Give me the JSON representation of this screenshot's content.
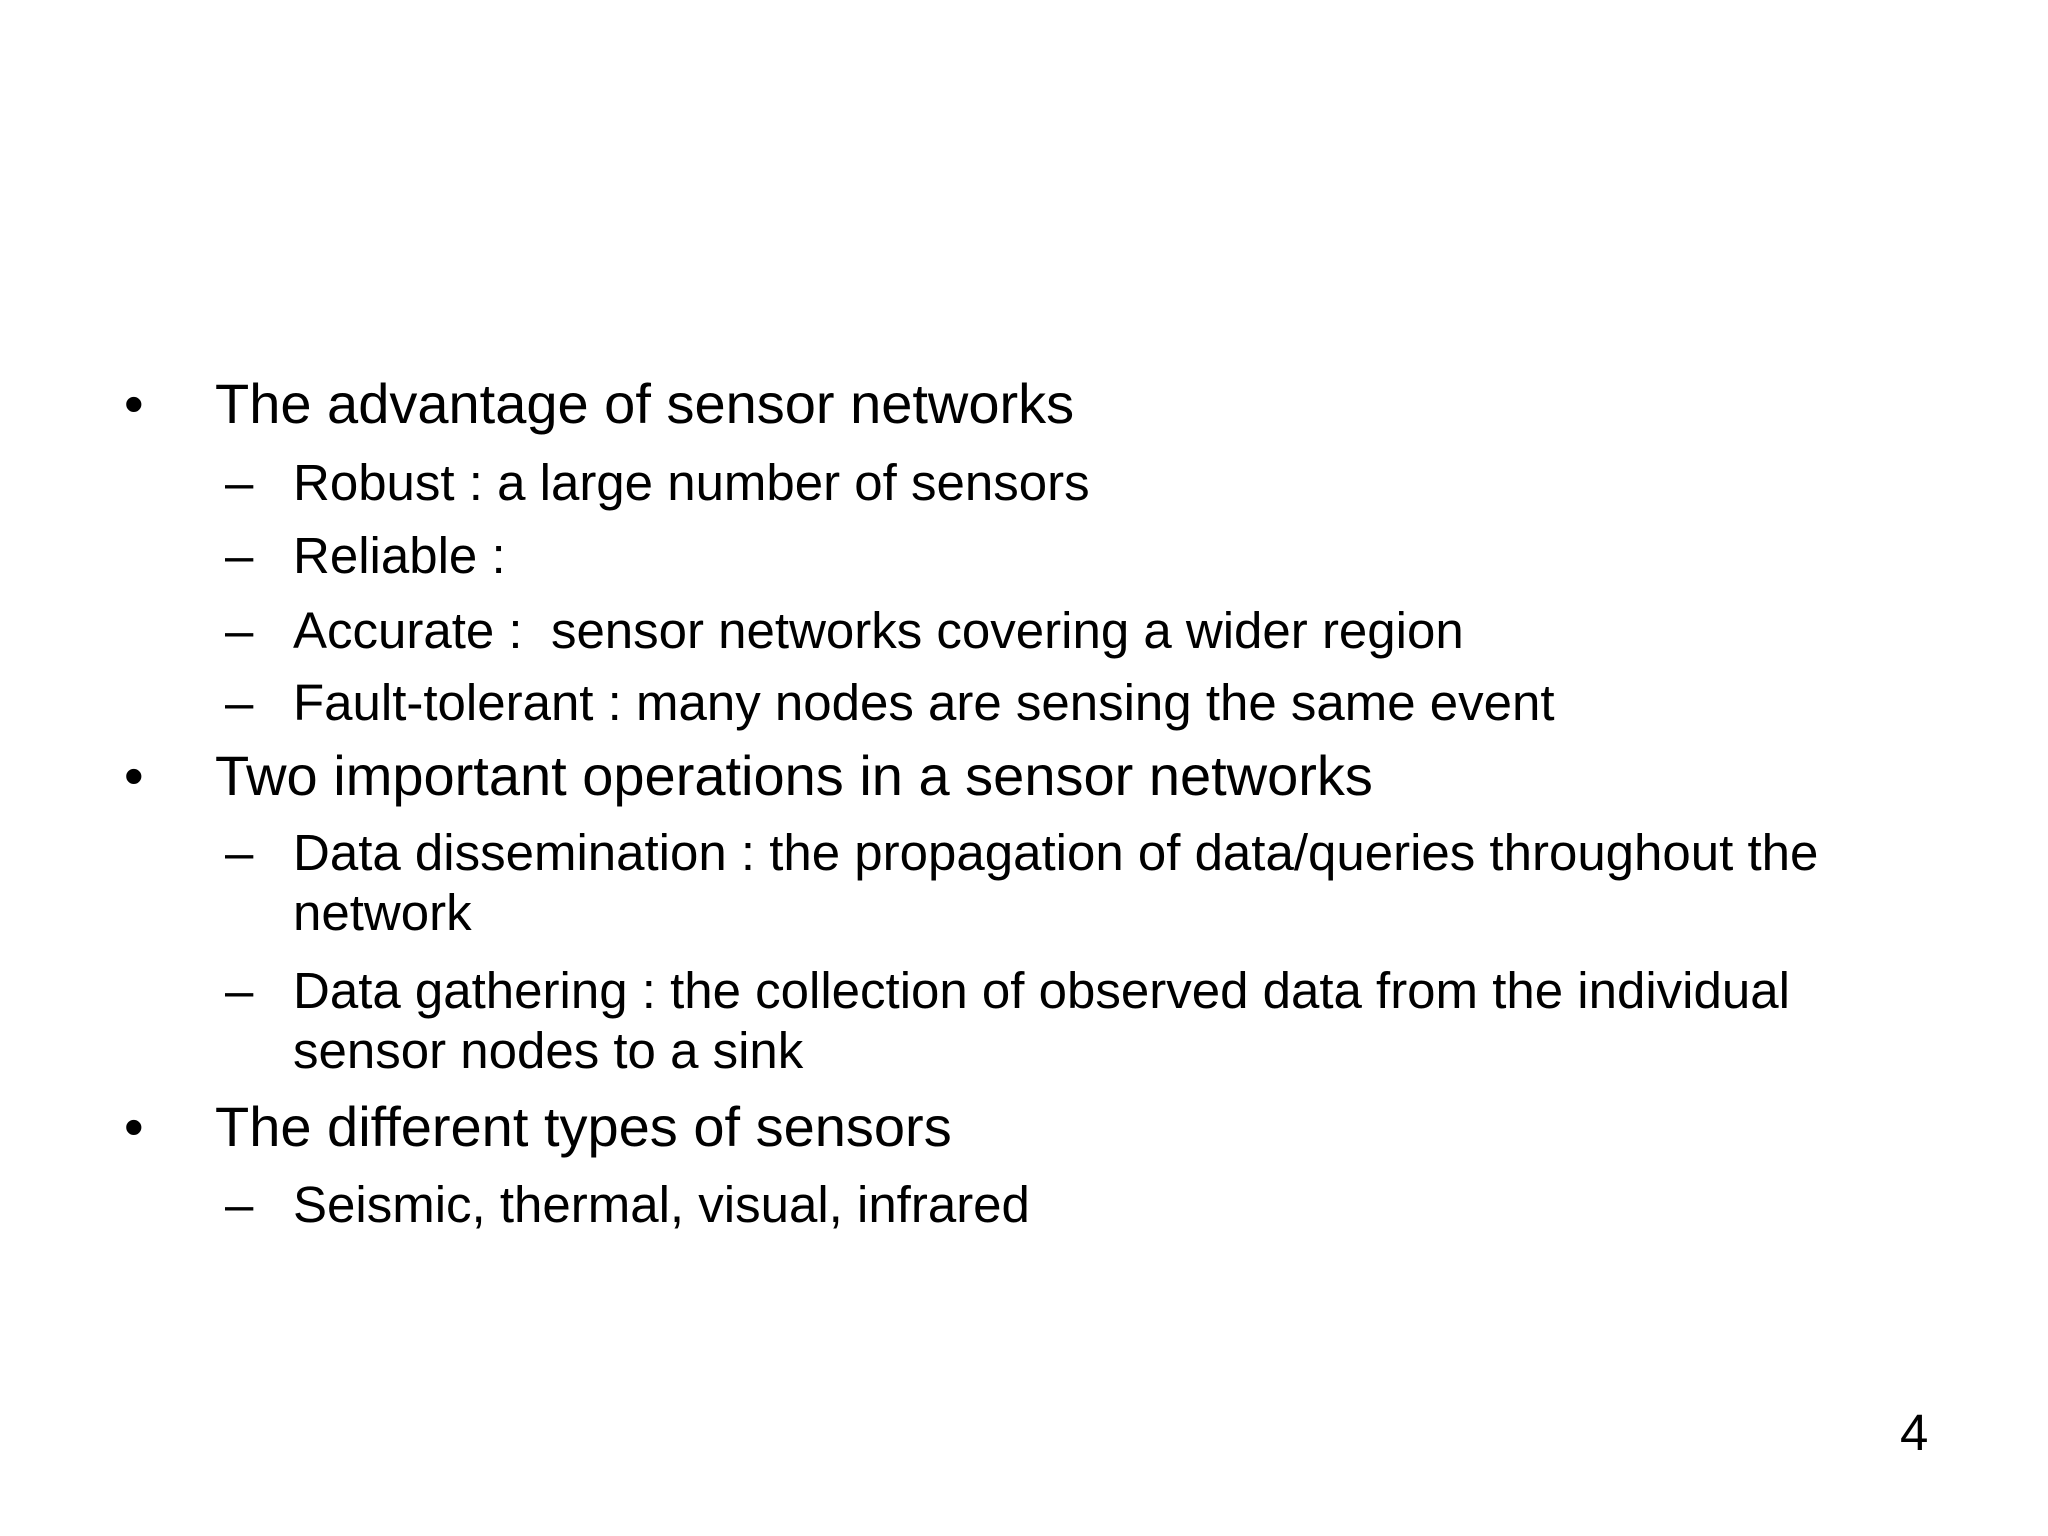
{
  "slide": {
    "background_color": "#ffffff",
    "text_color": "#000000",
    "page_number": "4",
    "lines": [
      {
        "level": 1,
        "marker": "•",
        "text": "The advantage of sensor networks"
      },
      {
        "level": 2,
        "marker": "–",
        "text": "Robust : a large number of sensors"
      },
      {
        "level": 2,
        "marker": "–",
        "text": "Reliable :"
      },
      {
        "level": 2,
        "marker": "–",
        "text": "Accurate :  sensor networks covering a wider region"
      },
      {
        "level": 2,
        "marker": "–",
        "text": "Fault-tolerant : many nodes are sensing the same event"
      },
      {
        "level": 1,
        "marker": "•",
        "text": "Two important operations in a sensor networks"
      },
      {
        "level": 2,
        "marker": "–",
        "text": "Data dissemination : the propagation of data/queries throughout the"
      },
      {
        "level": 2,
        "marker": "",
        "text": "network",
        "continuation": true
      },
      {
        "level": 2,
        "marker": "–",
        "text": "Data gathering : the collection of observed data from the individual"
      },
      {
        "level": 2,
        "marker": "",
        "text": "sensor nodes to a sink",
        "continuation": true
      },
      {
        "level": 1,
        "marker": "•",
        "text": "The different types of sensors"
      },
      {
        "level": 2,
        "marker": "–",
        "text": "Seismic, thermal, visual, infrared"
      }
    ]
  }
}
